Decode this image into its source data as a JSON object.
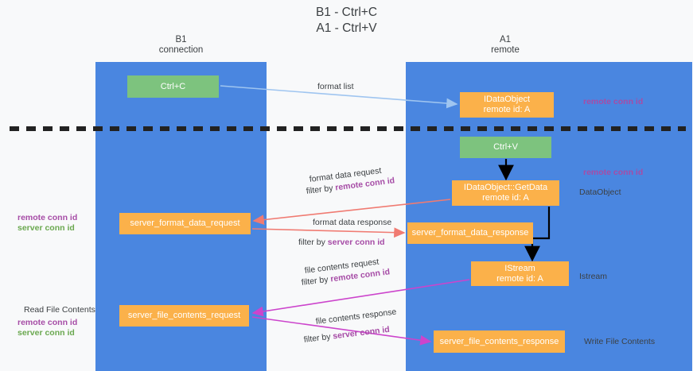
{
  "title": {
    "line1": "B1 - Ctrl+C",
    "line2": "A1 - Ctrl+V"
  },
  "lanes": [
    {
      "id": "b1",
      "name": "B1",
      "subtitle": "connection",
      "color": "#4a86e0"
    },
    {
      "id": "a1",
      "name": "A1",
      "subtitle": "remote",
      "color": "#4a86e0"
    }
  ],
  "colors": {
    "lane": "#4a86e0",
    "green_node": "#7dc37e",
    "orange_node": "#fbb14a",
    "background": "#f8f9fa",
    "purple_text": "#a64ca6",
    "green_text": "#6aa84f",
    "arrow_blue": "#9fc5f0",
    "arrow_red": "#f07b72",
    "arrow_magenta": "#cc44cc",
    "arrow_black": "#000000",
    "divider": "#222222"
  },
  "nodes": {
    "ctrl_c": {
      "line1": "Ctrl+C",
      "line2": ""
    },
    "idataobject": {
      "line1": "IDataObject",
      "line2": "remote id: A"
    },
    "ctrl_v": {
      "line1": "Ctrl+V",
      "line2": ""
    },
    "getdata": {
      "line1": "IDataObject::GetData",
      "line2": "remote id: A"
    },
    "server_format_data_request": {
      "line1": "server_format_data_request",
      "line2": ""
    },
    "server_format_data_response": {
      "line1": "server_format_data_response",
      "line2": ""
    },
    "istream": {
      "line1": "IStream",
      "line2": "remote id: A"
    },
    "server_file_contents_request": {
      "line1": "server_file_contents_request",
      "line2": ""
    },
    "server_file_contents_response": {
      "line1": "server_file_contents_response",
      "line2": ""
    }
  },
  "edge_labels": {
    "format_list": "format list",
    "format_data_request": "format data request",
    "format_data_request_filter_prefix": "filter by ",
    "format_data_request_filter_key": "remote conn id",
    "format_data_response": "format data response",
    "format_data_response_filter_prefix": "filter by ",
    "format_data_response_filter_key": "server conn id",
    "file_contents_request": "file contents request",
    "file_contents_request_filter_prefix": "filter by ",
    "file_contents_request_filter_key": "remote conn id",
    "file_contents_response": "file contents response",
    "file_contents_response_filter_prefix": "filter by ",
    "file_contents_response_filter_key": "server conn id"
  },
  "annotations": {
    "right_remote_conn_id_top": "remote conn id",
    "right_remote_conn_id_mid": "remote conn id",
    "right_dataobject": "DataObject",
    "right_istream": "Istream",
    "right_write_file_contents": "Write File Contents",
    "left_remote_conn_id": "remote conn id",
    "left_server_conn_id": "server conn id",
    "left_read_file_contents": "Read File Contents",
    "left_remote_conn_id_2": "remote conn id",
    "left_server_conn_id_2": "server conn id"
  }
}
